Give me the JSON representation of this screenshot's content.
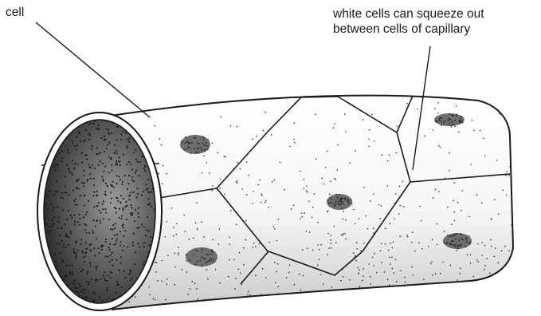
{
  "labels": {
    "cell": "cell",
    "white_cells_line1": "white cells can squeeze out",
    "white_cells_line2": "between cells of capillary"
  },
  "colors": {
    "ink": "#1a1a1a",
    "paper": "#ffffff"
  }
}
